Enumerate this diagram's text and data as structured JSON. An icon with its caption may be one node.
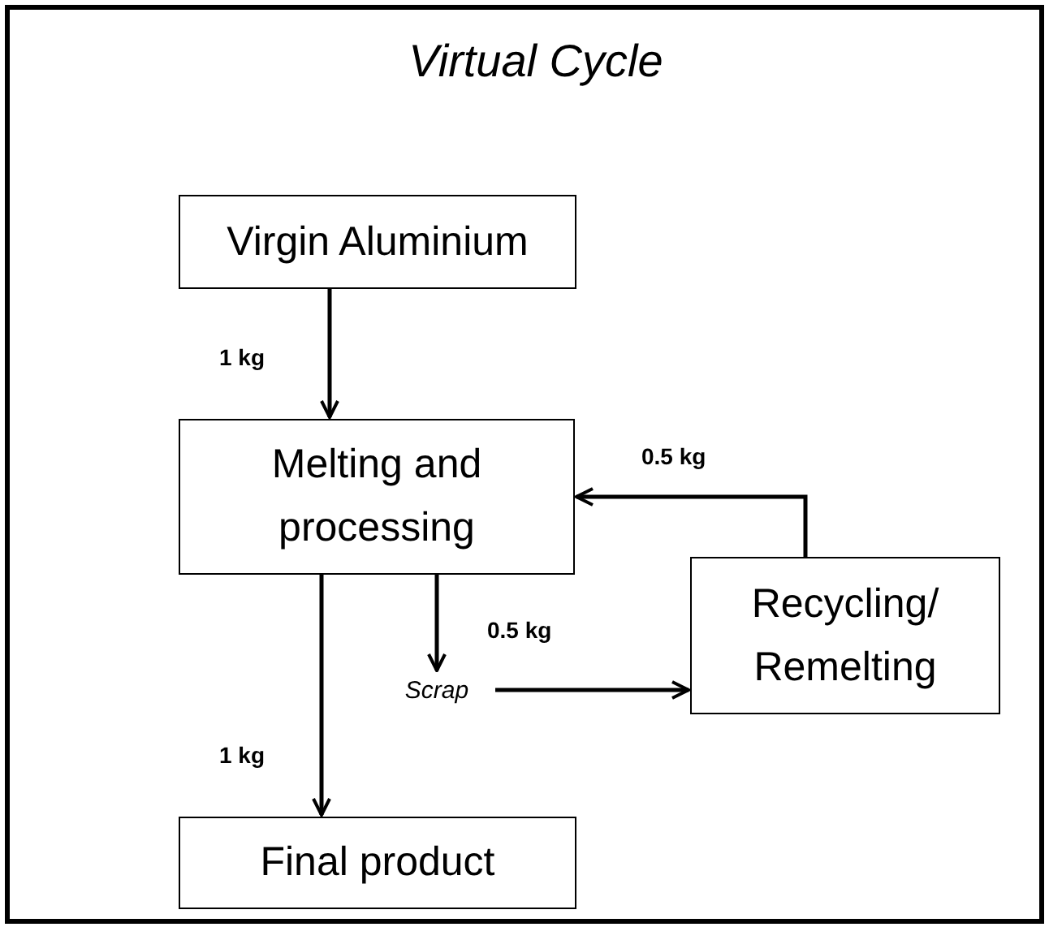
{
  "diagram": {
    "title": "Virtual Cycle",
    "nodes": [
      {
        "text": [
          "Virgin Aluminium"
        ]
      },
      {
        "text": [
          "Melting and processing"
        ]
      },
      {
        "text": [
          "Recycling/ Remelting"
        ]
      },
      {
        "text": [
          "Final product"
        ]
      },
      {
        "text": [
          "Scrap"
        ]
      }
    ],
    "edges": [
      {
        "from": 0,
        "to": 1,
        "arrow": "to",
        "label": "1 kg"
      },
      {
        "from": 1,
        "to": 3,
        "arrow": "to",
        "label": "1 kg"
      },
      {
        "from": 1,
        "to": 4,
        "arrow": "to",
        "label": "0.5 kg"
      },
      {
        "from": 4,
        "to": 2,
        "arrow": "to"
      },
      {
        "from": 2,
        "to": 1,
        "arrow": "to",
        "label": "0.5 kg"
      }
    ]
  }
}
